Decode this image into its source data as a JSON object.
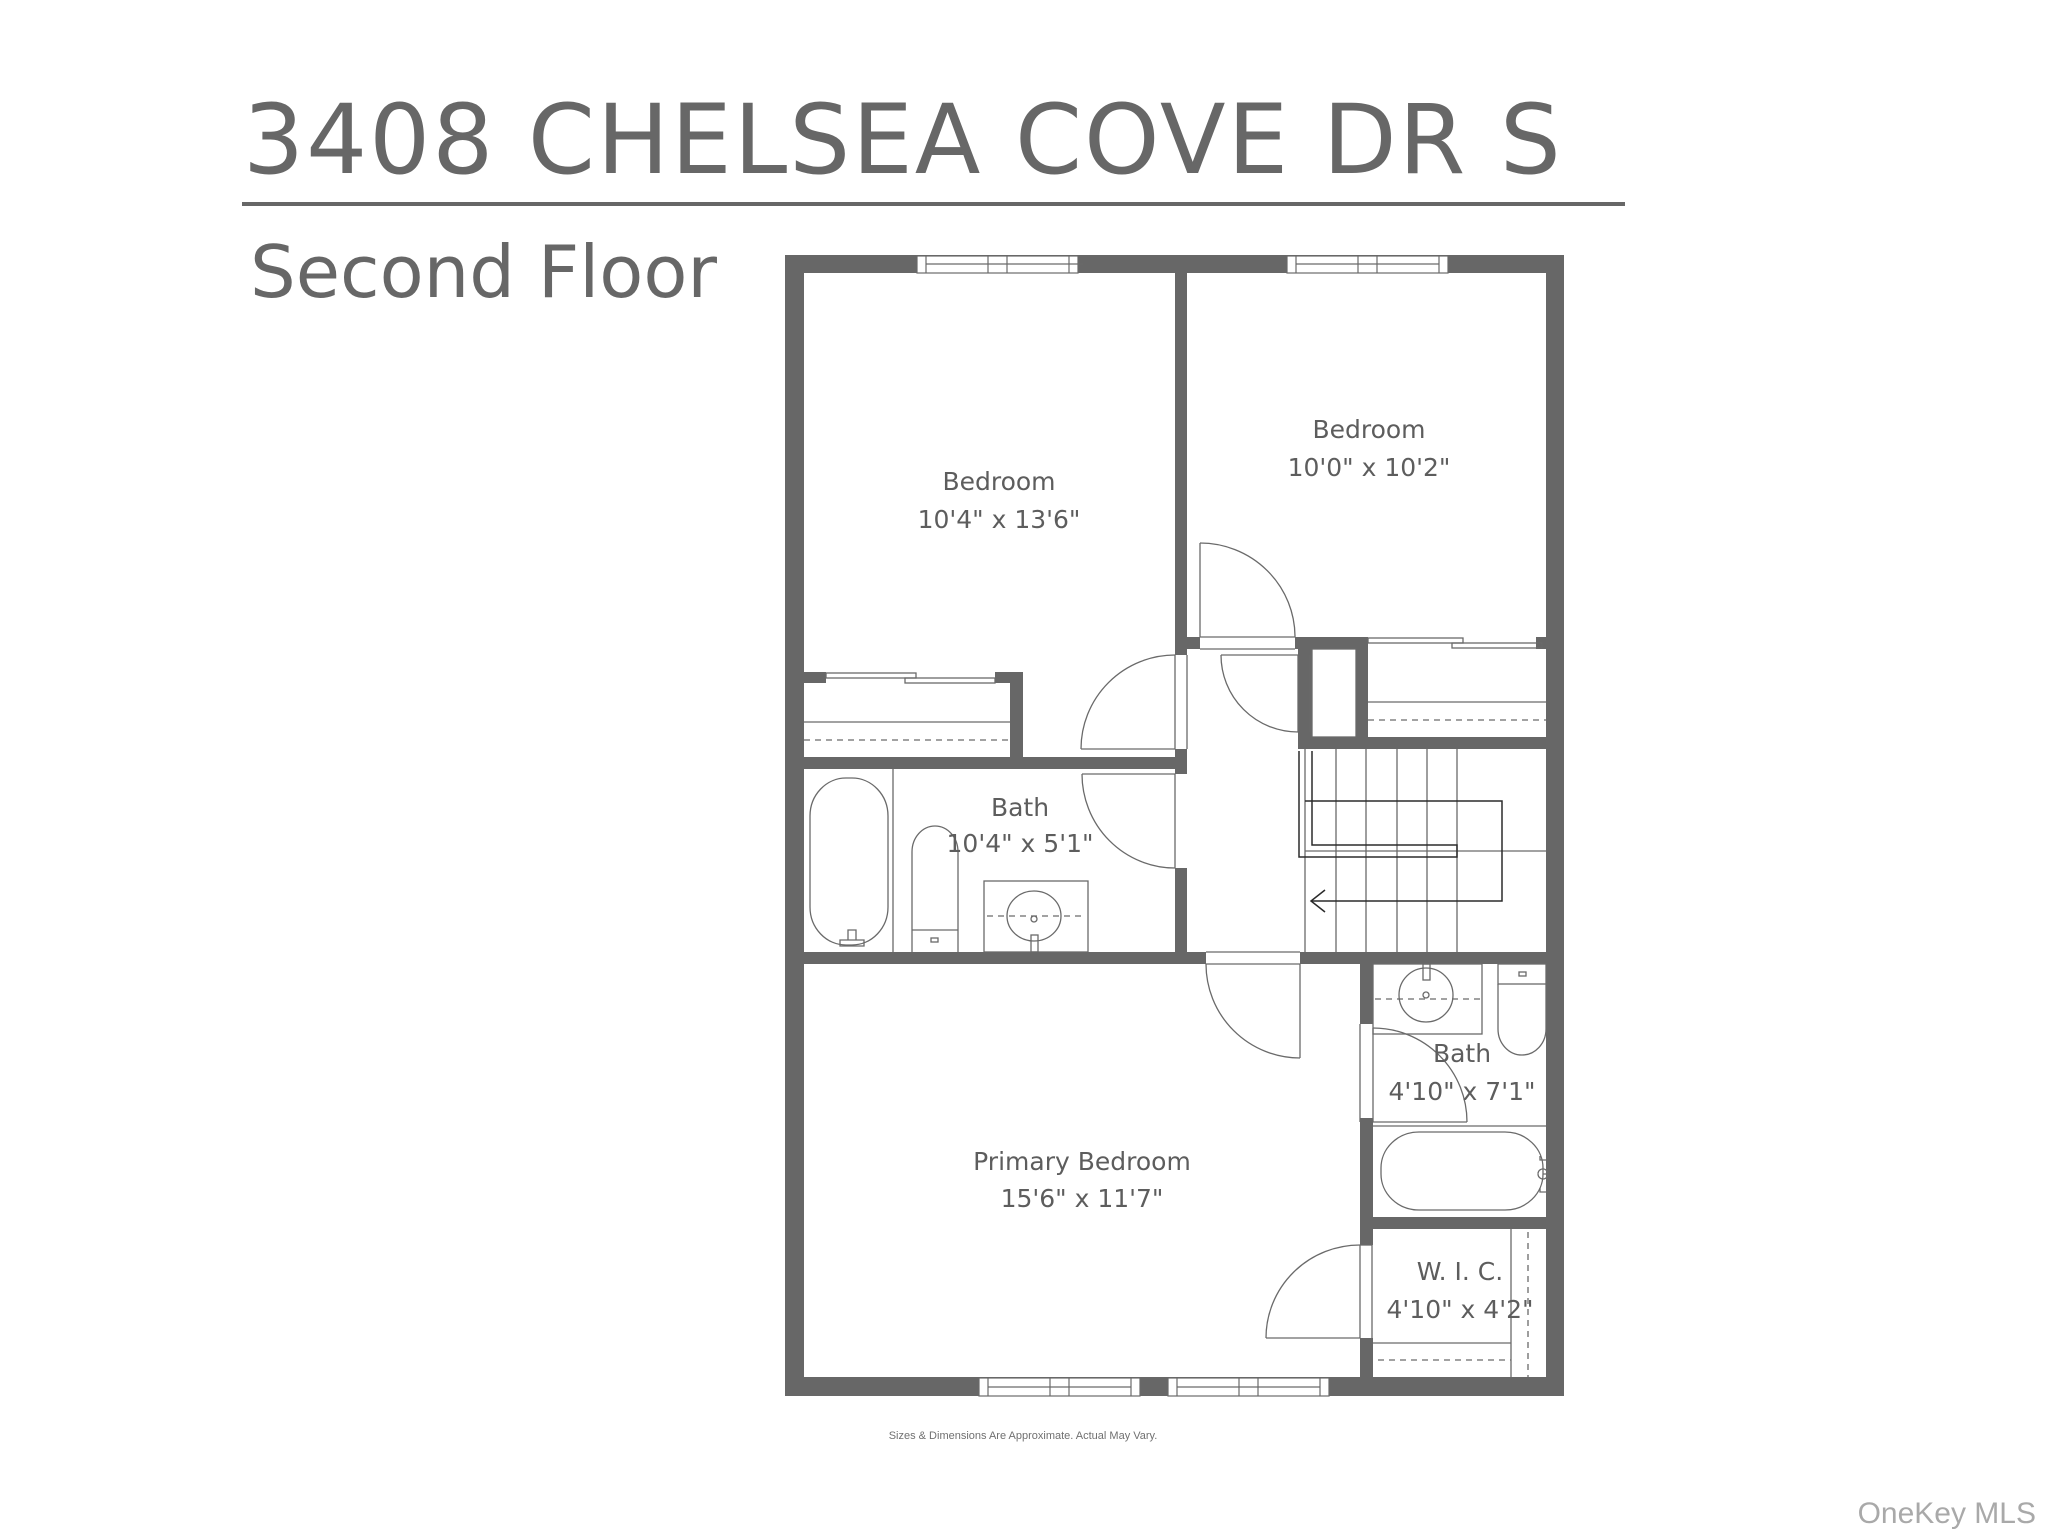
{
  "header": {
    "address": "3408 CHELSEA COVE DR S",
    "floor": "Second Floor"
  },
  "rooms": [
    {
      "name": "Bedroom",
      "dimensions": "10'4\" x 13'6\""
    },
    {
      "name": "Bedroom",
      "dimensions": "10'0\" x 10'2\""
    },
    {
      "name": "Bath",
      "dimensions": "10'4\" x 5'1\""
    },
    {
      "name": "Primary Bedroom",
      "dimensions": "15'6\" x 11'7\""
    },
    {
      "name": "Bath",
      "dimensions": "4'10\" x 7'1\""
    },
    {
      "name": "W. I. C.",
      "dimensions": "4'10\" x 4'2\""
    }
  ],
  "footer": {
    "disclaimer": "Sizes & Dimensions Are Approximate. Actual May Vary."
  },
  "watermark": "OneKey MLS",
  "colors": {
    "wall": "#676767",
    "text": "#5d5d5d",
    "line": "#6a6a6a"
  }
}
